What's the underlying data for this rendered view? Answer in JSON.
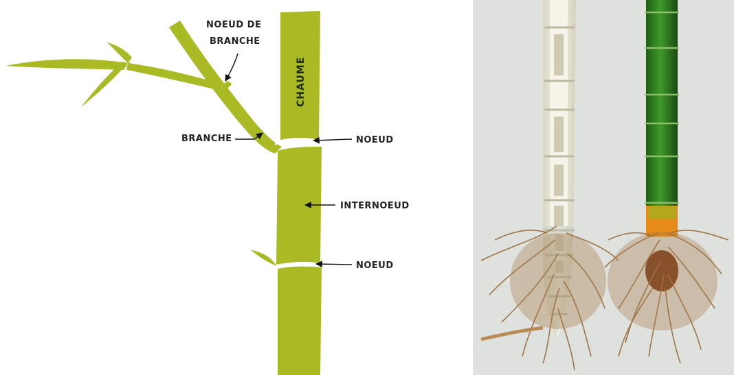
{
  "labels": {
    "branch_node": "NOEUD DE BRANCHE",
    "branch_node_line1": "NOEUD DE",
    "branch_node_line2": "BRANCHE",
    "culm": "CHAUME",
    "branch": "BRANCHE",
    "node_top": "NOEUD",
    "internode": "INTERNOEUD",
    "node_bottom": "NOEUD"
  },
  "colors": {
    "bamboo_green": "#a9ba25",
    "label_text": "#222222",
    "photo_background": "#e4e5e3",
    "hollow_culm": "#e8e6d6",
    "green_culm": "#2e7a1c",
    "roots": "#9a6f3e"
  },
  "photo": {
    "left_subject": "split-open-bamboo-culm-with-roots",
    "right_subject": "green-bamboo-culm-with-roots"
  }
}
